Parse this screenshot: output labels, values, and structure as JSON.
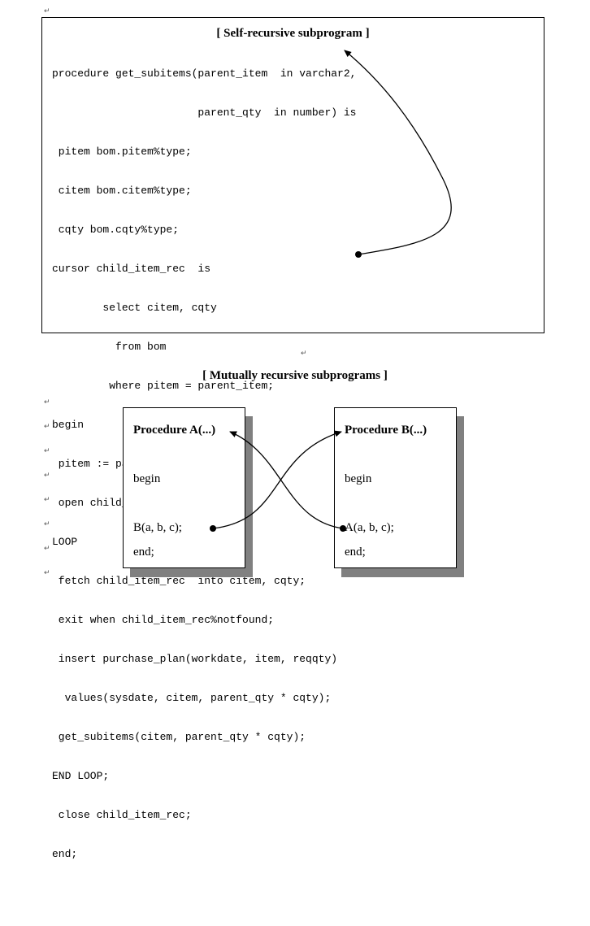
{
  "self_recursive": {
    "title": "[ Self-recursive subprogram ]",
    "code_lines": [
      "procedure get_subitems(parent_item  in varchar2,",
      "                       parent_qty  in number) is",
      " pitem bom.pitem%type;",
      " citem bom.citem%type;",
      " cqty bom.cqty%type;",
      "cursor child_item_rec  is",
      "        select citem, cqty",
      "          from bom",
      "         where pitem = parent_item;",
      "begin",
      " pitem := parent_item;",
      " open child_item_rec;",
      "LOOP",
      " fetch child_item_rec  into citem, cqty;",
      " exit when child_item_rec%notfound;",
      " insert purchase_plan(workdate, item, reqqty)",
      "  values(sysdate, citem, parent_qty * cqty);",
      " get_subitems(citem, parent_qty * cqty);",
      "END LOOP;",
      " close child_item_rec;",
      "end;",
      ""
    ]
  },
  "mutual_recursive": {
    "title": "[    Mutually recursive subprograms ]",
    "procedure_a": {
      "header": "Procedure A(...)",
      "begin": "begin",
      "call": "B(a, b, c);",
      "end": "end;"
    },
    "procedure_b": {
      "header": "Procedure B(...)",
      "begin": "begin",
      "call": "A(a, b, c);",
      "end": "end;"
    }
  },
  "paragraph_mark": "↵"
}
